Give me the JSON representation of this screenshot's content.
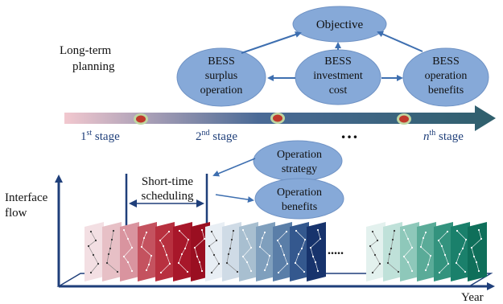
{
  "labels": {
    "long_term_1": "Long-term",
    "long_term_2": "planning",
    "objective": "Objective",
    "bess_surplus": [
      "BESS",
      "surplus",
      "operation"
    ],
    "bess_investment": [
      "BESS",
      "investment",
      "cost"
    ],
    "bess_operation_benefits": [
      "BESS",
      "operation",
      "benefits"
    ],
    "stage_1_num": "1",
    "stage_1_sup": "st",
    "stage_2_num": "2",
    "stage_2_sup": "nd",
    "stage_n_num": "n",
    "stage_n_sup": "th",
    "stage_suffix": " stage",
    "ellipsis_top": "…",
    "operation_strategy": [
      "Operation",
      "strategy"
    ],
    "operation_benefits": [
      "Operation",
      "benefits"
    ],
    "short_time": [
      "Short-time",
      "scheduling"
    ],
    "interface_flow": [
      "Interface",
      "flow"
    ],
    "ellipsis_bottom": ".....",
    "year": "Year"
  },
  "colors": {
    "ellipse_fill": "#86a9d8",
    "ellipse_stroke": "#6f92c4",
    "arrow_blue": "#3e6fb0",
    "axis_navy": "#1f3f7a",
    "timeline_start": "#f2c8cf",
    "timeline_mid": "#4a6a96",
    "timeline_end": "#2f5f6c",
    "stage_dot": "#c0392b",
    "stage_ring": "#bfd6a2"
  },
  "panels": {
    "group1": [
      "#f3dfe3",
      "#e7c0c6",
      "#d9949f",
      "#c4525f",
      "#b8303f",
      "#a8172a",
      "#9a0f21"
    ],
    "group2": [
      "#e8eef4",
      "#cfdbe6",
      "#a8bfd0",
      "#7f9fbd",
      "#5a7ea8",
      "#34588e",
      "#17336c"
    ],
    "group3": [
      "#e3f1ee",
      "#bfe1d9",
      "#8ec8ba",
      "#5aab98",
      "#33937e",
      "#1a806b",
      "#0f6f5a"
    ]
  }
}
